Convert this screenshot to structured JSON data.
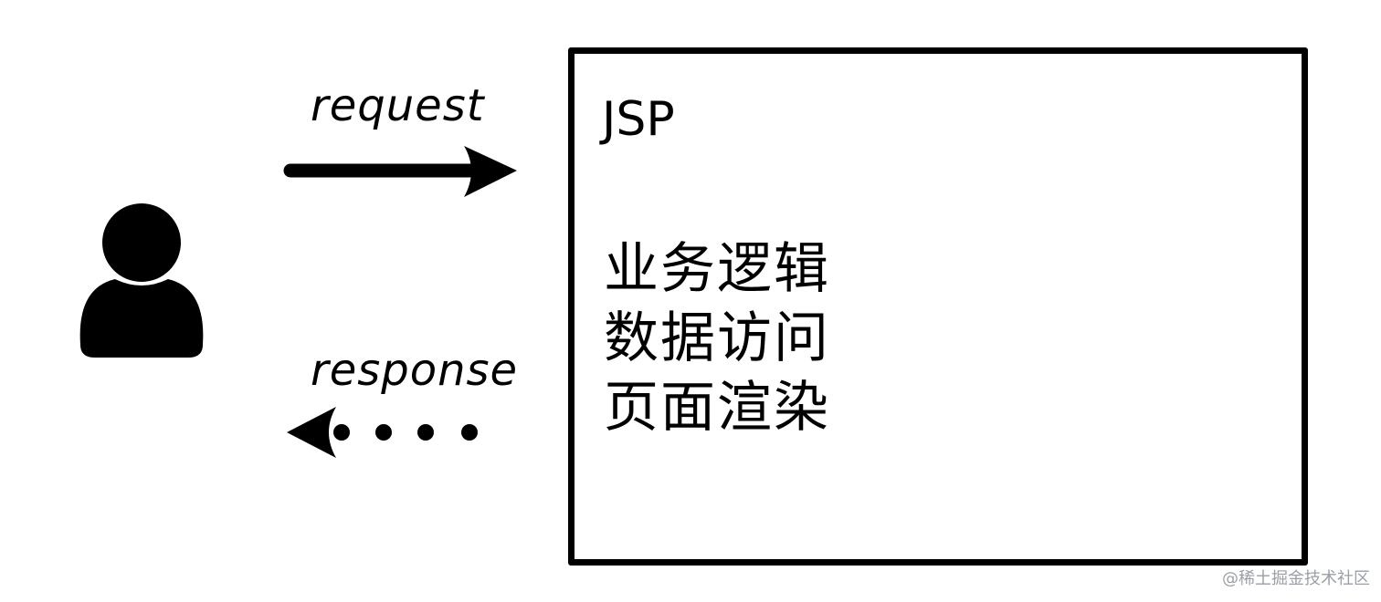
{
  "diagram": {
    "request_label": "request",
    "response_label": "response",
    "box": {
      "title": "JSP",
      "items": [
        {
          "label": "业务逻辑"
        },
        {
          "label": "数据访问"
        },
        {
          "label": "页面渲染"
        }
      ]
    },
    "user_icon": "user-icon"
  },
  "watermark": "@稀土掘金技术社区",
  "colors": {
    "ink": "#000000",
    "background": "#ffffff",
    "watermark": "#9aa0a6"
  }
}
